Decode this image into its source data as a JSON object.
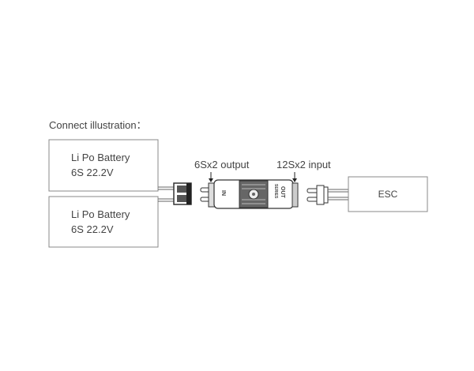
{
  "title": "Connect illustration：",
  "batteries": [
    {
      "name": "Li Po Battery",
      "spec": "6S 22.2V"
    },
    {
      "name": "Li Po Battery",
      "spec": "6S 22.2V"
    }
  ],
  "module": {
    "output_label": "6Sx2 output",
    "input_label": "12Sx2 input",
    "in_marking": "IN",
    "series_marking": "SERIES",
    "out_marking": "OUT"
  },
  "esc": {
    "label": "ESC"
  }
}
